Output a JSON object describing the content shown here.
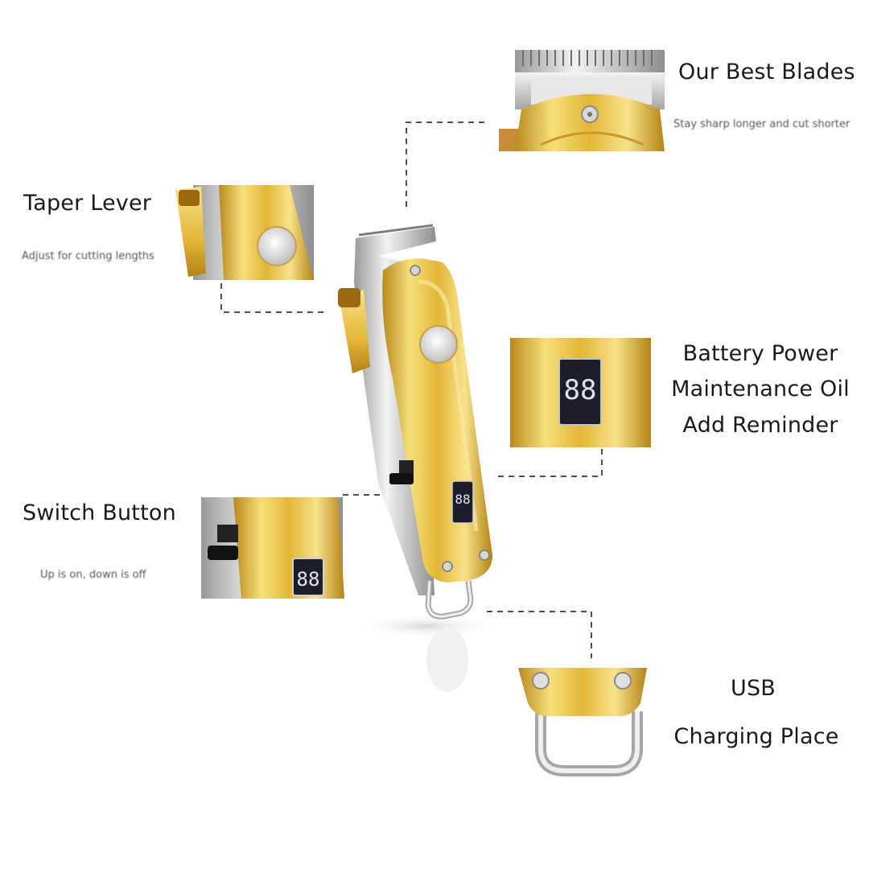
{
  "features": {
    "best_blades": {
      "title": "Our Best Blades",
      "caption": "Stay sharp longer and cut shorter"
    },
    "taper_lever": {
      "title": "Taper Lever",
      "caption": "Adjust for cutting lengths"
    },
    "battery": {
      "line1": "Battery Power",
      "line2": "Maintenance Oil",
      "line3": "Add Reminder",
      "display_digits": "88"
    },
    "switch_button": {
      "title": "Switch Button",
      "caption": "Up is on, down is off",
      "display_digits": "88"
    },
    "usb": {
      "line1": "USB",
      "line2": "Charging Place"
    }
  },
  "clipper": {
    "display_digits": "88"
  },
  "colors": {
    "gold_light": "#f7df7a",
    "gold_mid": "#e2b637",
    "gold_dark": "#b38316",
    "silver_light": "#f2f2f2",
    "silver_dark": "#8e8e8e",
    "leader_line": "#5a4a4a",
    "lcd": "#1d1d2b"
  }
}
